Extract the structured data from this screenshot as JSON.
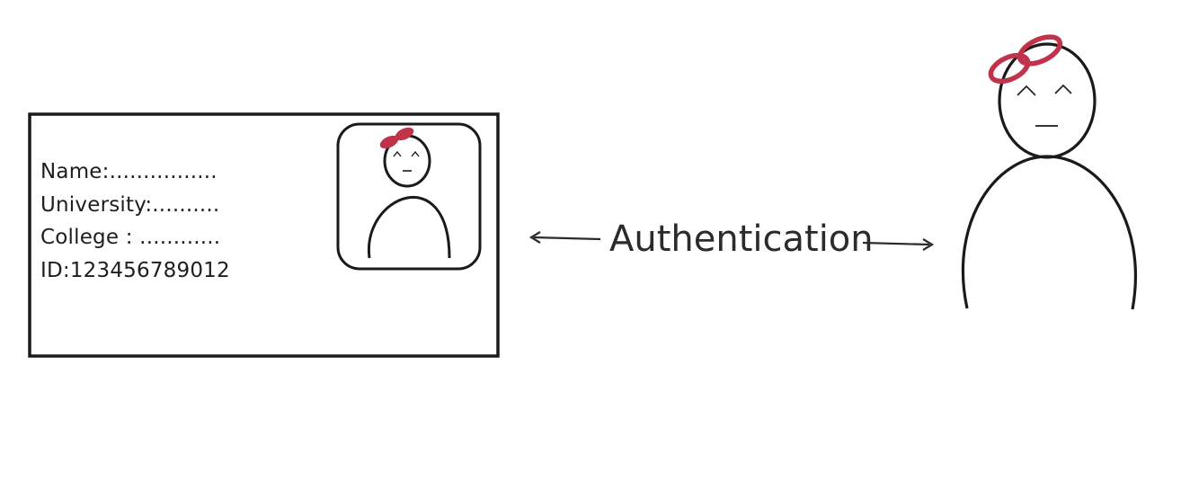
{
  "id_card": {
    "fields": {
      "name": "Name:................",
      "university": "University:..........",
      "college": "College : ............",
      "id": "ID:123456789012"
    }
  },
  "link": {
    "label": "Authentication"
  },
  "colors": {
    "stroke": "#1a1a1a",
    "bow": "#c0334a",
    "background": "#ffffff"
  }
}
